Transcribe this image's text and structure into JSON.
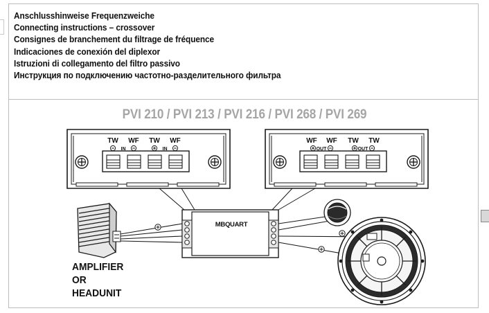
{
  "headings": [
    "Anschlusshinweise Frequenzweiche",
    "Connecting instructions – crossover",
    "Consignes de branchement du filtrage de fréquence",
    "Indicaciones de conexión del diplexor",
    "Istruzioni di collegamento del filtro passivo",
    "Инструкция по подключению частотно-разделительного фильтра"
  ],
  "models": "PVI 210 / PVI 213 / PVI 216 / PVI 268 / PVI 269",
  "input_panel": {
    "labels": [
      "TW",
      "WF",
      "TW",
      "WF"
    ],
    "group_label": "IN"
  },
  "output_panel": {
    "labels": [
      "WF",
      "WF",
      "TW",
      "TW"
    ],
    "group_label": "OUT"
  },
  "crossover_brand": "MBQUART",
  "amplifier_label": [
    "AMPLIFIER",
    "OR",
    "HEADUNIT"
  ],
  "colors": {
    "line": "#1a1a1a",
    "title_gray": "#a5a5a5",
    "frame": "#bdbdbd"
  }
}
